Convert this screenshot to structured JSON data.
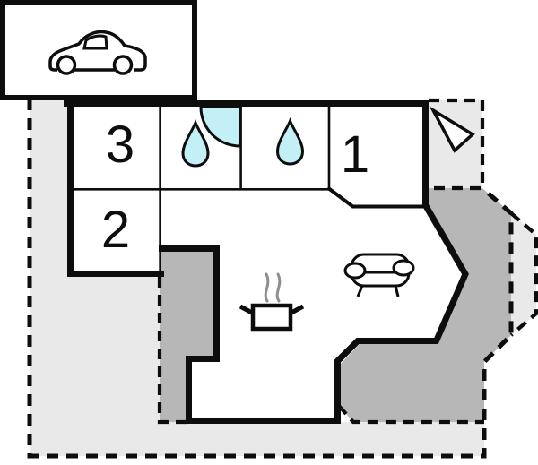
{
  "floor_plan": {
    "rooms": [
      {
        "label": "1"
      },
      {
        "label": "2"
      },
      {
        "label": "3"
      }
    ],
    "icons": [
      {
        "name": "car-icon"
      },
      {
        "name": "shower-icon"
      },
      {
        "name": "water-drop-icon"
      },
      {
        "name": "water-drop-icon"
      },
      {
        "name": "north-arrow-icon"
      },
      {
        "name": "cooking-pot-icon"
      },
      {
        "name": "steam-icon"
      },
      {
        "name": "sofa-icon"
      }
    ],
    "colors": {
      "wall": "#0d0d0d",
      "terrace_light": "#e9e9e9",
      "terrace_dark": "#b7b7b7",
      "water": "#c3f0f6",
      "background": "#ffffff"
    }
  }
}
